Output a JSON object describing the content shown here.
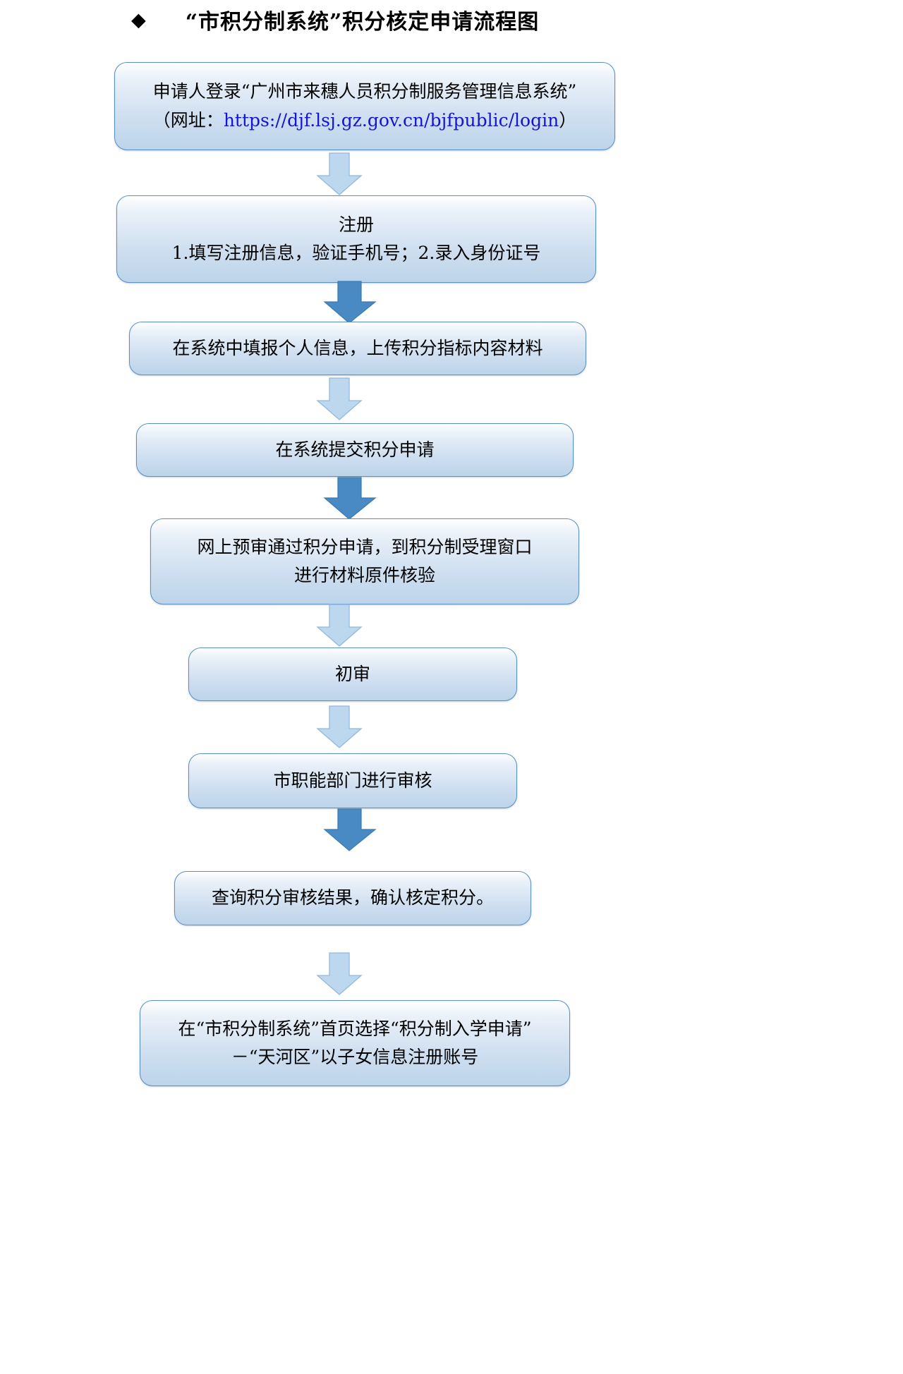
{
  "title": {
    "bullet": "◆",
    "text": "“市积分制系统”积分核定申请流程图"
  },
  "colors": {
    "box_border": "#5a8ec4",
    "box_fill_top": "#ffffff",
    "box_fill_bottom": "#bcd4ea",
    "arrow_light_fill": "#bcd7ee",
    "arrow_light_stroke": "#93b9dc",
    "arrow_solid_fill": "#4a8ac4",
    "arrow_solid_stroke": "#3a79b0",
    "link_text": "#1414d2",
    "text": "#000000"
  },
  "chart_data": {
    "type": "diagram",
    "title": "“市积分制系统”积分核定申请流程图",
    "orientation": "top-to-bottom",
    "node_count": 9,
    "edge_count": 8
  },
  "nodes": [
    {
      "id": "step-1-login",
      "line1": "申请人登录“广州市来穗人员积分制服务管理信息系统”",
      "line2_prefix": "（网址：",
      "line2_url": "https://djf.lsj.gz.gov.cn/bjfpublic/login",
      "line2_suffix": "）"
    },
    {
      "id": "step-2-register",
      "line1": "注册",
      "line2": "1.填写注册信息，验证手机号；2.录入身份证号"
    },
    {
      "id": "step-3-fill-info",
      "line1": "在系统中填报个人信息，上传积分指标内容材料"
    },
    {
      "id": "step-4-submit",
      "line1": "在系统提交积分申请"
    },
    {
      "id": "step-5-window-verify",
      "line1": "网上预审通过积分申请，到积分制受理窗口",
      "line2": "进行材料原件核验"
    },
    {
      "id": "step-6-first-review",
      "line1": "初审"
    },
    {
      "id": "step-7-department-review",
      "line1": "市职能部门进行审核"
    },
    {
      "id": "step-8-query-result",
      "line1": "查询积分审核结果，确认核定积分。"
    },
    {
      "id": "step-9-register-child",
      "line1": "在“市积分制系统”首页选择“积分制入学申请”",
      "line2": "－“天河区”以子女信息注册账号"
    }
  ],
  "arrows": [
    {
      "id": "arrow-1",
      "style": "light",
      "from": "step-1-login",
      "to": "step-2-register"
    },
    {
      "id": "arrow-2",
      "style": "solid",
      "from": "step-2-register",
      "to": "step-3-fill-info"
    },
    {
      "id": "arrow-3",
      "style": "light",
      "from": "step-3-fill-info",
      "to": "step-4-submit"
    },
    {
      "id": "arrow-4",
      "style": "solid",
      "from": "step-4-submit",
      "to": "step-5-window-verify"
    },
    {
      "id": "arrow-5",
      "style": "light",
      "from": "step-5-window-verify",
      "to": "step-6-first-review"
    },
    {
      "id": "arrow-6",
      "style": "light",
      "from": "step-6-first-review",
      "to": "step-7-department-review"
    },
    {
      "id": "arrow-7",
      "style": "solid",
      "from": "step-7-department-review",
      "to": "step-8-query-result"
    },
    {
      "id": "arrow-8",
      "style": "light",
      "from": "step-8-query-result",
      "to": "step-9-register-child"
    }
  ]
}
